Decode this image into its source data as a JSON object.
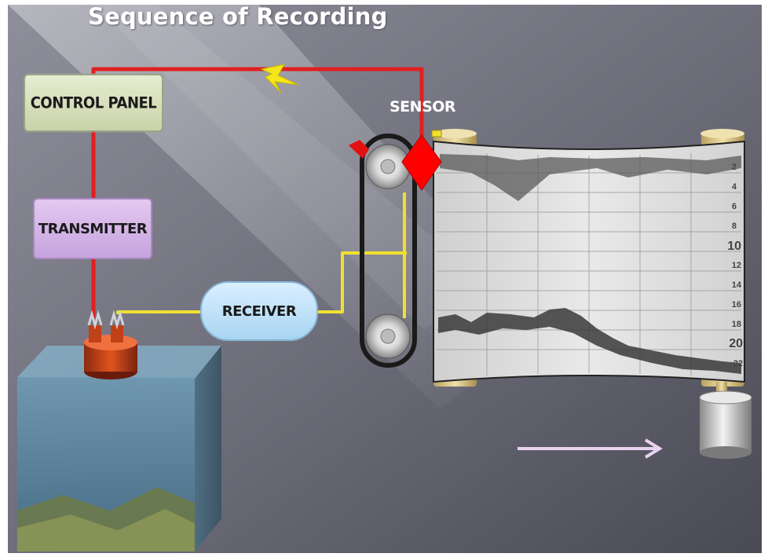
{
  "title": "Sequence of Recording",
  "components": {
    "control_panel": "CONTROL PANEL",
    "transmitter": "TRANSMITTER",
    "receiver": "RECEIVER",
    "sensor": "SENSOR"
  },
  "recorder_scale": [
    "2",
    "4",
    "6",
    "8",
    "10",
    "12",
    "14",
    "16",
    "18",
    "20",
    "22"
  ],
  "colors": {
    "signal_wire": "#e02020",
    "receive_wire": "#f0e030",
    "sensor": "#ff0000",
    "arrow": "#e8d2ef"
  }
}
